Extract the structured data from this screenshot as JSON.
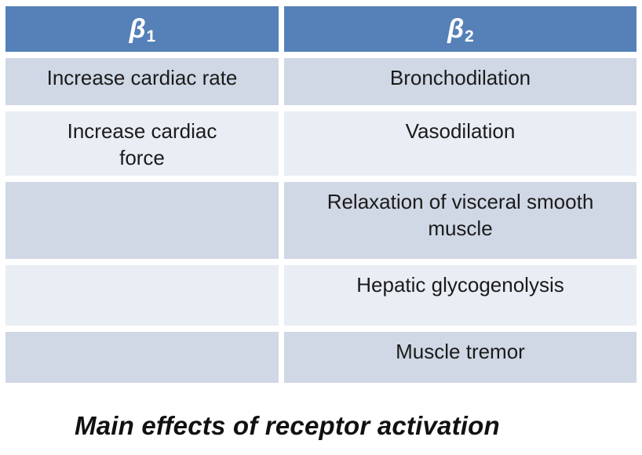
{
  "table": {
    "headers": [
      {
        "symbol": "β",
        "sub": "1"
      },
      {
        "symbol": "β",
        "sub": "2"
      }
    ],
    "columns": [
      "beta1",
      "beta2"
    ],
    "rows": [
      {
        "beta1": "Increase cardiac rate",
        "beta2": "Bronchodilation"
      },
      {
        "beta1": "Increase cardiac force",
        "beta2": "Vasodilation"
      },
      {
        "beta1": "",
        "beta2": "Relaxation of visceral smooth muscle"
      },
      {
        "beta1": "",
        "beta2": "Hepatic glycogenolysis"
      },
      {
        "beta1": "",
        "beta2": "Muscle tremor"
      }
    ]
  },
  "caption": "Main effects of receptor activation",
  "colors": {
    "header_bg": "#5580B8",
    "row_dark": "#D0D7E5",
    "row_light": "#E9EDF4",
    "header_text": "#FFFFFF",
    "body_text": "#1B1B1B",
    "caption_color": "#111111"
  }
}
